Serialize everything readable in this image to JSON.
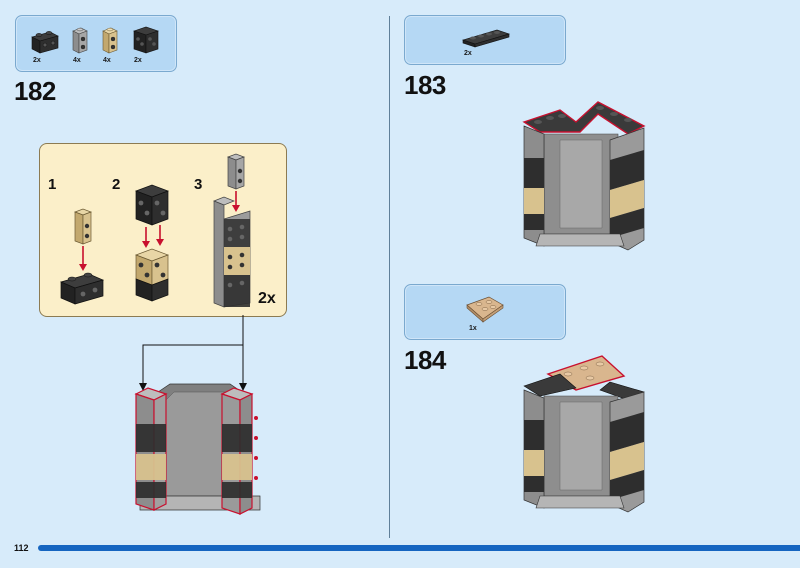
{
  "page": {
    "number": "112"
  },
  "step182": {
    "number": "182",
    "parts": [
      {
        "qty": "2x",
        "color": "#2b2b2b",
        "icon": "brick-1x2-studs-side-black"
      },
      {
        "qty": "4x",
        "color": "#9c9c9c",
        "icon": "brick-1x1-studs-side-grey"
      },
      {
        "qty": "4x",
        "color": "#d8c28e",
        "icon": "brick-1x1-studs-side-tan"
      },
      {
        "qty": "2x",
        "color": "#2b2b2b",
        "icon": "brick-2x2-studs-side-black"
      }
    ],
    "substeps": [
      "1",
      "2",
      "3"
    ],
    "sub_multiplier": "2x"
  },
  "step183": {
    "number": "183",
    "parts": [
      {
        "qty": "2x",
        "color": "#2b2b2b",
        "icon": "plate-1x4-black"
      }
    ]
  },
  "step184": {
    "number": "184",
    "parts": [
      {
        "qty": "1x",
        "color": "#c9a27a",
        "icon": "wedge-plate-tan"
      }
    ]
  },
  "colors": {
    "background": "#d7ebfa",
    "parts_box": "#b5d8f4",
    "subassembly_bg": "#fbefc9",
    "highlight_red": "#c8102e",
    "bar_blue": "#1565c0"
  }
}
